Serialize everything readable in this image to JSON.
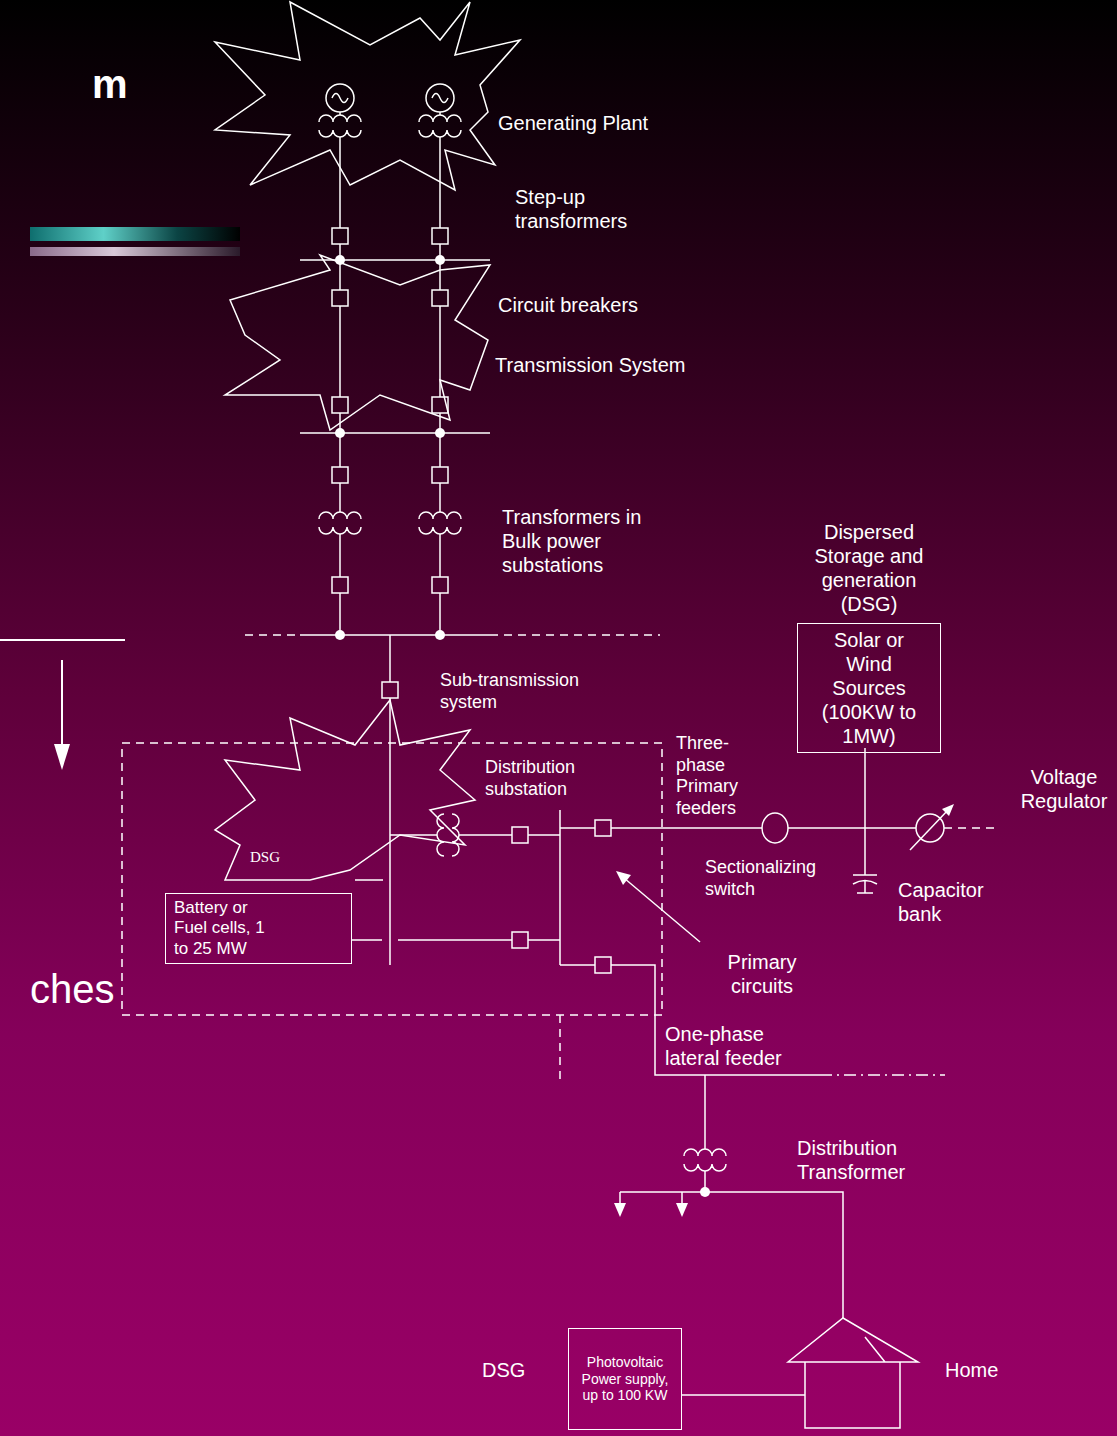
{
  "diagram": {
    "nodes": [
      {
        "text": [
          "Dispersed Storage and generation (DSG)",
          "Solar or Wind Sources (100KW to 1MW)"
        ]
      },
      {
        "text": [
          "Battery or Fuel cells, 1 to 25 MW"
        ]
      },
      {
        "text": [
          "Photovoltaic Power supply, up to 100 KW"
        ]
      },
      {
        "text": [
          "Home"
        ]
      }
    ],
    "edges": [
      {
        "from": 2,
        "to": 3,
        "arrow": "none"
      }
    ],
    "labels": [
      "m",
      "Generating Plant",
      "Step-up transformers",
      "Circuit breakers",
      "Transmission System",
      "Transformers in Bulk power substations",
      "Sub-transmission system",
      "Three-phase Primary feeders",
      "Distribution substation",
      "DSG",
      "Sectionalizing switch",
      "Capacitor bank",
      "Voltage Regulator",
      "Primary circuits",
      "ches",
      "One-phase lateral feeder",
      "Distribution Transformer",
      "DSG"
    ]
  }
}
